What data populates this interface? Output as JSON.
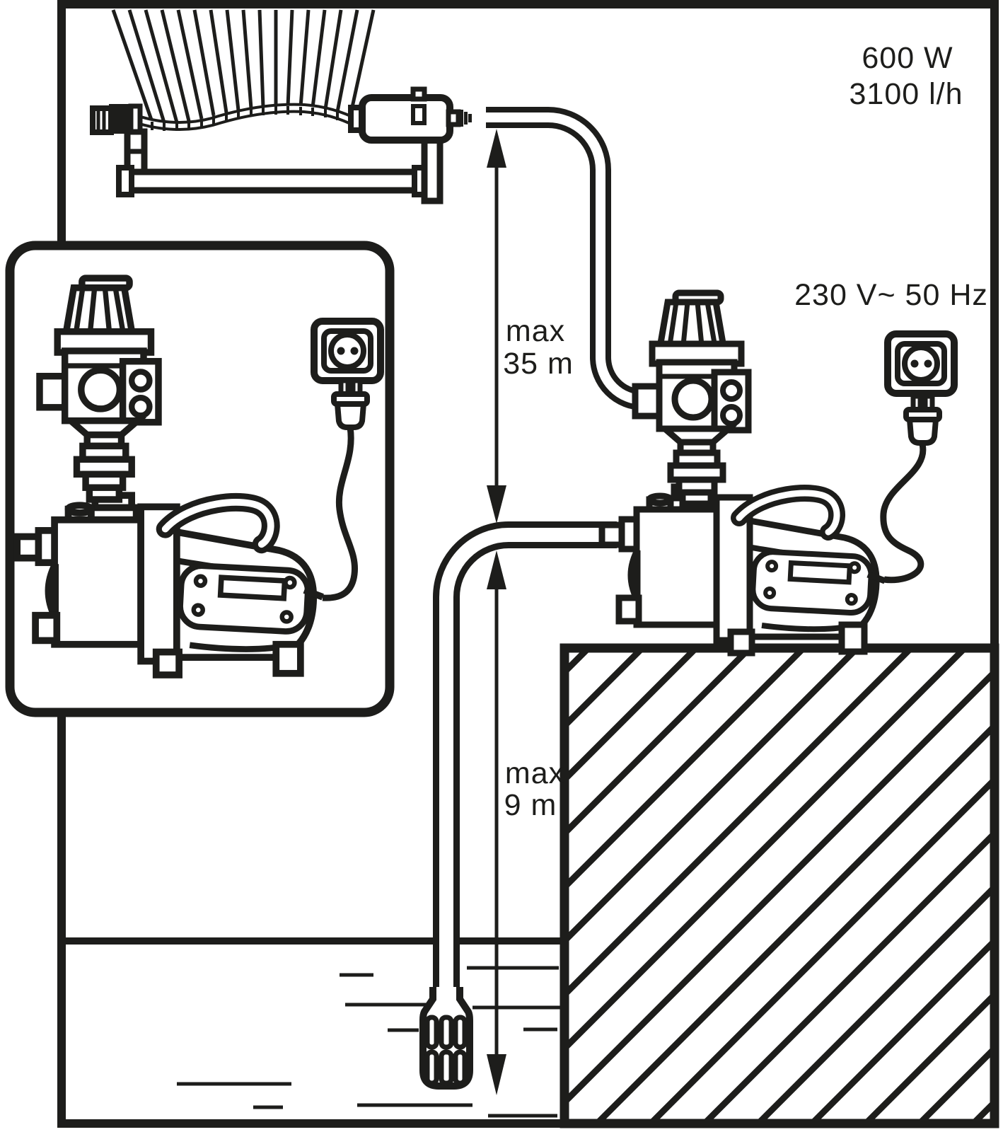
{
  "diagram": {
    "type": "garden-pump-installation-diagram",
    "ink_color": "#1d1d1b",
    "background_color": "#ffffff",
    "labels": {
      "power_rating": "600 W",
      "flow_rate": "3100 l/h",
      "voltage_frequency": "230 V~ 50 Hz",
      "max_head_word": "max",
      "max_head_value": "35 m",
      "max_suction_word": "max",
      "max_suction_value": "9 m"
    }
  }
}
